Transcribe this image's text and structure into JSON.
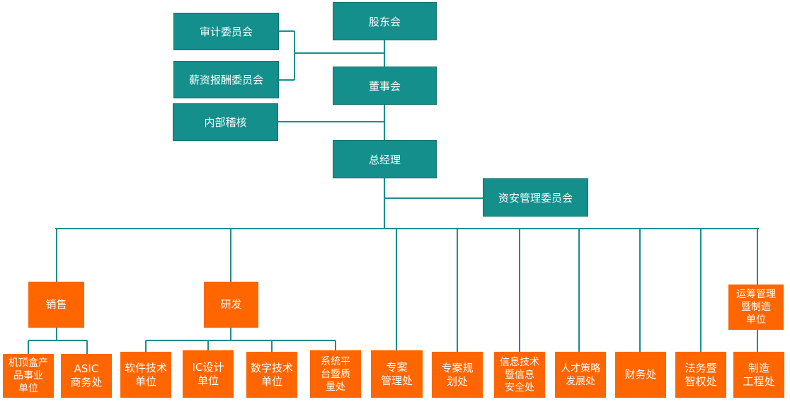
{
  "top": {
    "shareholders": "股东会",
    "audit_committee": "审计委员会",
    "compensation_committee": "薪资报酬委员会",
    "board": "董事会",
    "internal_audit": "内部稽核",
    "general_manager": "总经理",
    "asset_security_committee": "资安管理委员会"
  },
  "departments": {
    "sales": "销售",
    "rnd": "研发",
    "planning_mfg": "运筹管理\n暨制造\n单位"
  },
  "units": {
    "stb_business": "机顶盒产\n品事业\n单位",
    "asic_business": "ASIC\n商务处",
    "software_tech": "软件技术\n单位",
    "ic_design": "IC设计\n单位",
    "digital_tech": "数字技术\n单位",
    "system_platform_quality": "系统平\n台暨质\n量处",
    "project_mgmt": "专案\n管理处",
    "project_planning": "专案规\n划处",
    "info_security": "信息技术\n暨信息\n安全处",
    "talent_strategy": "人才策略\n发展处",
    "finance": "财务处",
    "legal_ip": "法务暨\n智权处",
    "mfg_engineering": "制造\n工程处"
  },
  "colors": {
    "teal": "#148f8c",
    "orange": "#ff6600",
    "line": "#1b8f8c"
  }
}
